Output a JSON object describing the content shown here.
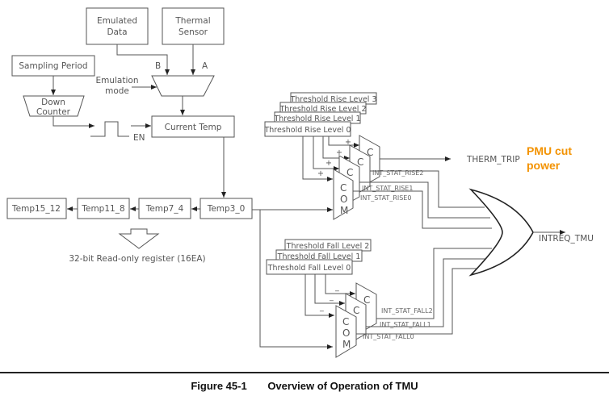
{
  "diagram": {
    "blocks": {
      "emulated_data": [
        "Emulated",
        "Data"
      ],
      "thermal_sensor": [
        "Thermal",
        "Sensor"
      ],
      "sampling_period": "Sampling Period",
      "down_counter": [
        "Down",
        "Counter"
      ],
      "current_temp": "Current Temp",
      "temp3_0": "Temp3_0",
      "temp7_4": "Temp7_4",
      "temp11_8": "Temp11_8",
      "temp15_12": "Temp15_12"
    },
    "mux_inputs": {
      "b": "B",
      "a": "A"
    },
    "emulation_mode": [
      "Emulation",
      "mode"
    ],
    "enable_label": "EN",
    "register_note": "32-bit Read-only register (16EA)",
    "rise_thresholds": [
      "Threshold Rise Level 3",
      "Threshold Rise Level 2",
      "Threshold Rise Level 1",
      "Threshold Rise Level 0"
    ],
    "fall_thresholds": [
      "Threshold Fall Level 2",
      "Threshold Fall Level 1",
      "Threshold Fall Level 0"
    ],
    "comparator_letters": [
      "C",
      "O",
      "M"
    ],
    "rise_sign": "+",
    "fall_sign": "_",
    "rise_status": [
      "INT_STAT_RISE2",
      "INT_STAT_RISE1",
      "INT_STAT_RISE0"
    ],
    "fall_status": [
      "INT_STAT_FALL2",
      "INT_STAT_FALL1",
      "INT_STAT_FALL0"
    ],
    "therm_trip": "THERM_TRIP",
    "intreq": "INTREQ_TMU",
    "annotation": {
      "lines": [
        "PMU cut",
        "power"
      ],
      "color": "#f39200"
    }
  },
  "caption": {
    "number": "Figure 45-1",
    "title": "Overview of Operation of TMU"
  }
}
